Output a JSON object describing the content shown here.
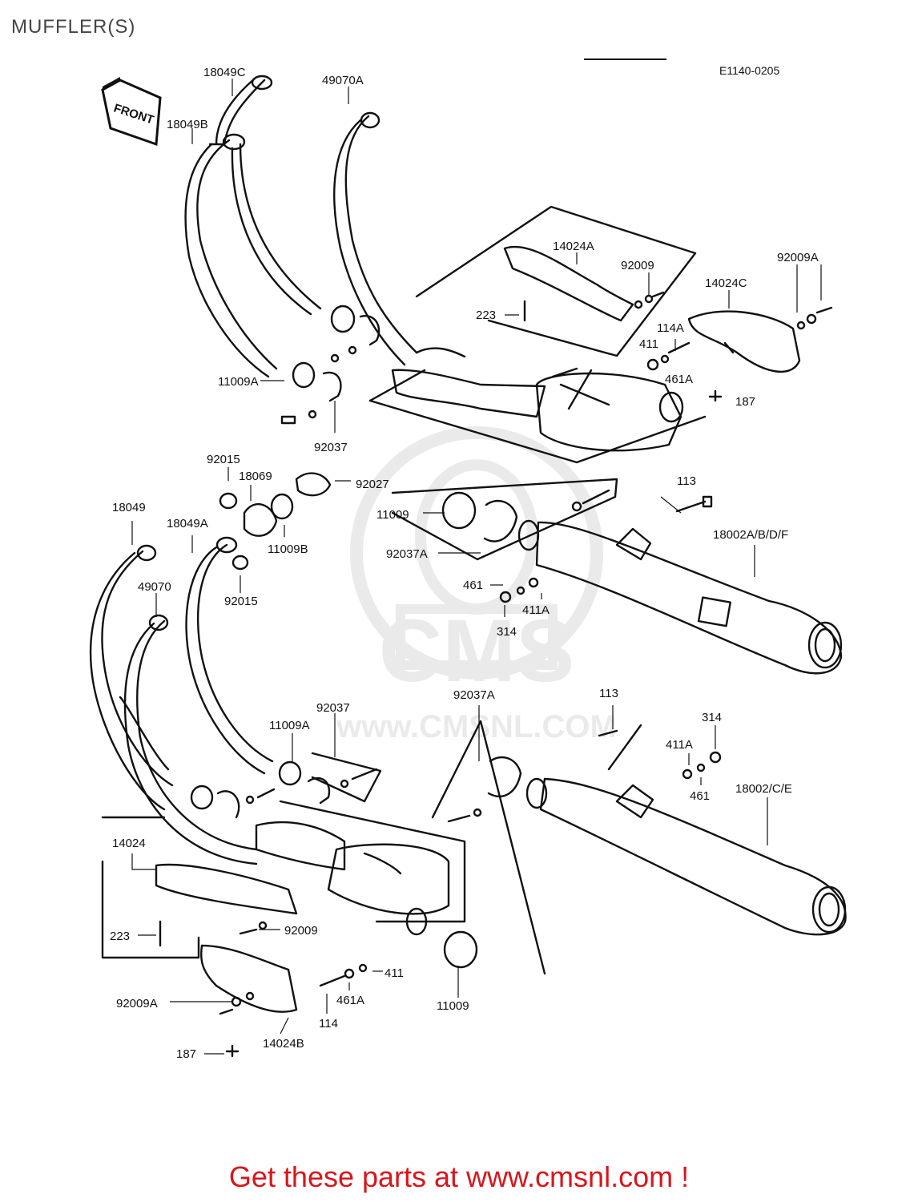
{
  "header": {
    "title": "MUFFLER(S)",
    "doc_code": "E1140-0205"
  },
  "footer": {
    "cta": "Get these parts at www.cmsnl.com !"
  },
  "front_marker": "FRONT",
  "watermark": {
    "brand": "CMS",
    "site": "www.CMSNL.COM"
  },
  "callouts": [
    "18049C",
    "49070A",
    "18049B",
    "14024A",
    "92009",
    "92009A",
    "14024C",
    "223",
    "114A",
    "411",
    "461A",
    "187",
    "11009A",
    "92037",
    "92015",
    "18069",
    "92027",
    "11009",
    "11009B",
    "113",
    "18049",
    "18049A",
    "92037A",
    "18002A/B/D/F",
    "461",
    "411A",
    "314",
    "92015",
    "49070",
    "92037A",
    "113",
    "314",
    "92037",
    "11009A",
    "411A",
    "18002/C/E",
    "461",
    "14024",
    "223",
    "92009",
    "411",
    "461A",
    "11009",
    "92009A",
    "114",
    "187",
    "14024B"
  ],
  "colors": {
    "footer_text": "#d8161b",
    "line_art": "#111111",
    "watermark": "#888888"
  }
}
